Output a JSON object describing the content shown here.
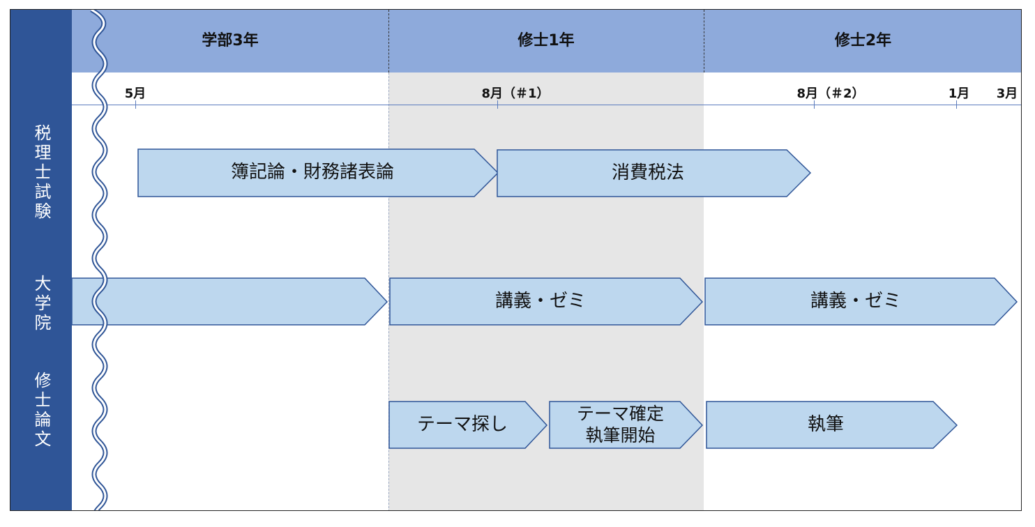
{
  "header": {
    "years": [
      "学部3年",
      "修士1年",
      "修士2年"
    ]
  },
  "timeline": {
    "ticks": [
      "5月",
      "8月（＃1）",
      "8月（＃2）",
      "1月",
      "3月"
    ]
  },
  "rows": [
    {
      "label": "税理士試験"
    },
    {
      "label": "大学院"
    },
    {
      "label": "修士論文"
    }
  ],
  "tasks": {
    "bookkeeping": "簿記論・財務諸表論",
    "consumption_tax": "消費税法",
    "lecture_m1": "講義・ゼミ",
    "lecture_m2": "講義・ゼミ",
    "theme_search": "テーマ探し",
    "theme_decide_line1": "テーマ確定",
    "theme_decide_line2": "執筆開始",
    "writing": "執筆"
  },
  "colors": {
    "row_band": "#2f5597",
    "header_band": "#8eaadb",
    "arrow_fill": "#bdd7ee",
    "arrow_stroke": "#2f5597",
    "m1_shade": "#e6e6e6"
  }
}
